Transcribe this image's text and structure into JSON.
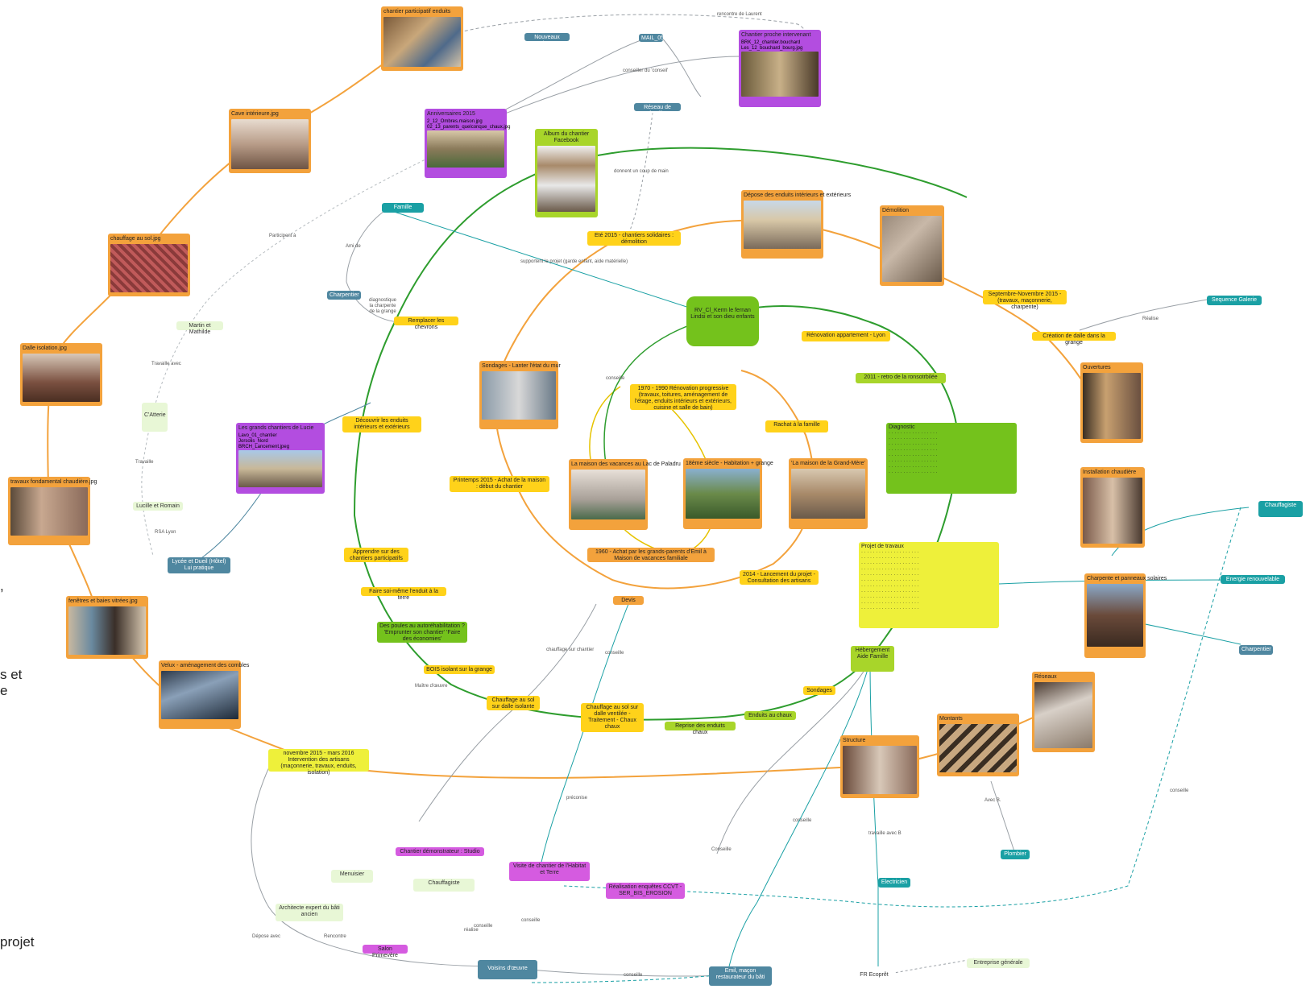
{
  "center": {
    "text": "RV_Cl_Kerm le fernan Lindsi et son dieu enfants"
  },
  "topics": [
    {
      "id": "renov_lyon",
      "text": "Rénovation appartement - Lyon",
      "color": "yellow"
    },
    {
      "id": "y2011",
      "text": "2011 - retro de la ronsotrbilée",
      "color": "lgreen"
    },
    {
      "id": "diagnostic",
      "text": "Diagnostic",
      "color": "green"
    },
    {
      "id": "projet_travaux",
      "text": "Projet de travaux",
      "color": "lyellow"
    },
    {
      "id": "y1970",
      "text": "1970 - 1990 Rénovation progressive (travaux, toitures, aménagement de l'étage, enduits intérieurs et extérieurs, cuisine et salle de bain)",
      "color": "yellow"
    },
    {
      "id": "retour_famille",
      "text": "Rachat à la famille",
      "color": "yellow"
    },
    {
      "id": "y1960",
      "text": "1960 - Achat par les grands-parents d'Emil à Maison de vacances familiale",
      "color": "orange"
    },
    {
      "id": "y2014",
      "text": "2014 - Lancement du projet - Consultation des artisans",
      "color": "yellow"
    },
    {
      "id": "devis",
      "text": "Devis",
      "color": "orange"
    },
    {
      "id": "sondages",
      "text": "Sondages",
      "color": "yellow"
    },
    {
      "id": "enduits_chaux",
      "text": "Enduits au chaux",
      "color": "lgreen"
    },
    {
      "id": "reprise_enduits",
      "text": "Reprise des enduits chaux",
      "color": "lgreen"
    },
    {
      "id": "chauffage_sol_dalle",
      "text": "Chauffage au sol sur dalle isolante",
      "color": "yellow"
    },
    {
      "id": "chauffage_sol_ventile",
      "text": "Chauffage au sol sur dalle ventilée - Traitement - Chaux chaux",
      "color": "yellow"
    },
    {
      "id": "bois_isolant",
      "text": "BOIS isolant sur la grange",
      "color": "yellow"
    },
    {
      "id": "des_poules",
      "text": "Des poules au autoréhabilitation ? 'Emprunter son chantier' 'Faire des économies'",
      "color": "green"
    },
    {
      "id": "faire_enduit",
      "text": "Faire soi-même l'enduit à la terre",
      "color": "yellow"
    },
    {
      "id": "apprendre",
      "text": "Apprendre sur des chantiers participatifs",
      "color": "yellow"
    },
    {
      "id": "printemps",
      "text": "Printemps 2015 - Achat de la maison : début du chantier",
      "color": "yellow"
    },
    {
      "id": "decouvrir",
      "text": "Découvrir les enduits intérieurs et extérieurs",
      "color": "yellow"
    },
    {
      "id": "remplacer",
      "text": "Remplacer les chevrons",
      "color": "yellow"
    },
    {
      "id": "ete2015",
      "text": "Eté 2015 - chantiers solidaires : démolition",
      "color": "yellow"
    },
    {
      "id": "sept2015",
      "text": "Septembre-Novembre 2015 - (travaux, maçonnerie, charpente)",
      "color": "yellow"
    },
    {
      "id": "creation_dalle",
      "text": "Création de dalle dans la grange",
      "color": "yellow"
    },
    {
      "id": "nov2015",
      "text": "novembre 2015 - mars 2016 Intervention des artisans (maçonnerie, travaux, enduits, isolation)",
      "color": "lyellow"
    },
    {
      "id": "heberg",
      "text": "Hébergement Aide Famille",
      "color": "lgreen"
    },
    {
      "id": "entreprise",
      "text": "Entreprise générale",
      "color": "pale"
    }
  ],
  "photos": [
    {
      "id": "chantier_part",
      "caption": "chantier participatif enduits"
    },
    {
      "id": "cave",
      "caption": "Cave intérieure.jpg"
    },
    {
      "id": "chauffage_sol",
      "caption": "chauffage au sol.jpg"
    },
    {
      "id": "dalle",
      "caption": "Dalle isolation.jpg"
    },
    {
      "id": "travaux_fond",
      "caption": "travaux fondamental chaudière.jpg"
    },
    {
      "id": "fenetres",
      "caption": "fenêtres et baies vitrées.jpg"
    },
    {
      "id": "velux",
      "caption": "Velux - aménagement des combles"
    },
    {
      "id": "depose",
      "caption": "Dépose des enduits intérieurs et extérieurs"
    },
    {
      "id": "demolition",
      "caption": "Démolition"
    },
    {
      "id": "ouvertures",
      "caption": "Ouvertures"
    },
    {
      "id": "install_chaudiere",
      "caption": "Installation chaudière"
    },
    {
      "id": "charpente",
      "caption": "Charpente et panneaux solaires"
    },
    {
      "id": "reseaux",
      "caption": "Réseaux"
    },
    {
      "id": "montants",
      "caption": "Montants"
    },
    {
      "id": "structure",
      "caption": "Structure"
    },
    {
      "id": "maison_vac",
      "caption": "La maison des vacances au Lac de Paladru"
    },
    {
      "id": "ferme",
      "caption": "18ème siècle - Habitation + grange"
    },
    {
      "id": "grand_mere",
      "caption": "'La maison de la Grand-Mère'"
    },
    {
      "id": "sondages_photo",
      "caption": "Sondages - Lanter l'état du mur"
    }
  ],
  "purple_cards": [
    {
      "id": "chantier_privs",
      "title": "Chantier proche intervenant",
      "items": [
        "BRK_12_chantier.bouchard",
        "Les_12_bouchard_bourg.jpg"
      ]
    },
    {
      "id": "ancien_2015",
      "title": "Anniversaires 2015",
      "items": [
        "2_12_Ombres.maison.jpg",
        "02_13_parents_quelconque_chaux.jpg"
      ]
    },
    {
      "id": "grands_chantiers",
      "title": "Les grands chantiers de Lucie",
      "items": [
        "Lavo_01_chantier",
        "Jorsolis_Nord",
        "BRCH_Lancement.jpeg"
      ]
    }
  ],
  "green_card": {
    "title": "Album du chantier Facebook"
  },
  "tags": [
    {
      "id": "nouveau_reseau",
      "text": "Nouveaux Réseau",
      "color": "steel"
    },
    {
      "id": "mail",
      "text": "MAIL_05",
      "color": "steel"
    },
    {
      "id": "reseau_comm",
      "text": "Réseau de famille",
      "color": "steel"
    },
    {
      "id": "maison_fam",
      "text": "Famille",
      "color": "teal"
    },
    {
      "id": "charpentier",
      "text": "Charpentier",
      "color": "steel"
    },
    {
      "id": "lycee",
      "text": "Lycée et Dueil (Hôtel) Lui pratique",
      "color": "steel"
    },
    {
      "id": "sequence",
      "text": "Sequence Galerie",
      "color": "teal"
    },
    {
      "id": "chauffagiste",
      "text": "Chauffagiste",
      "color": "teal"
    },
    {
      "id": "energie",
      "text": "Energie renouvelable",
      "color": "teal"
    },
    {
      "id": "charpentier2",
      "text": "Charpentier",
      "color": "steel"
    },
    {
      "id": "plombier",
      "text": "Plombier",
      "color": "teal"
    },
    {
      "id": "electricien",
      "text": "Electricien",
      "color": "teal"
    },
    {
      "id": "voisins",
      "text": "Voisins d'œuvre",
      "color": "steel"
    },
    {
      "id": "emil",
      "text": "Emil, maçon restaurateur du bâti",
      "color": "steel"
    }
  ],
  "pale_tags": [
    {
      "id": "martin",
      "text": "Martin et Mathilde"
    },
    {
      "id": "cadre",
      "text": "C'Atterie"
    },
    {
      "id": "lucile",
      "text": "Lucille et Romain"
    },
    {
      "id": "menuisier",
      "text": "Menuisier"
    },
    {
      "id": "chauffagiste_p",
      "text": "Chauffagiste"
    },
    {
      "id": "architecte",
      "text": "Architecte expert du bâti ancien"
    }
  ],
  "pink_tags": [
    {
      "id": "chantier_dem",
      "text": "Chantier démonstrateur : Studio"
    },
    {
      "id": "visite",
      "text": "Visite de chantier de l'Habitat et Terre"
    },
    {
      "id": "realisation",
      "text": "Réalisation enquêtes CCVT - SER_BIS_EROSION"
    },
    {
      "id": "salon",
      "text": "Salon Primevère"
    }
  ],
  "edge_labels": [
    {
      "id": "rencontre",
      "text": "rencontre de Laurent"
    },
    {
      "id": "conseille_conseil",
      "text": "conseiller du 'conseil'"
    },
    {
      "id": "donnent",
      "text": "donnent un coup de main"
    },
    {
      "id": "participent",
      "text": "Participent à"
    },
    {
      "id": "ami",
      "text": "Ami de"
    },
    {
      "id": "supportent",
      "text": "supportent le projet (garde enfant, aide matérielle)"
    },
    {
      "id": "diagnostic_lbl",
      "text": "diagnostique la charpente de la grange"
    },
    {
      "id": "travaille",
      "text": "Travaille avec"
    },
    {
      "id": "travaille2",
      "text": "Travaille"
    },
    {
      "id": "rsa",
      "text": "RSA Lyon"
    },
    {
      "id": "conseille1",
      "text": "conseille"
    },
    {
      "id": "chauffage_lbl",
      "text": "chauffage sur chantier"
    },
    {
      "id": "conseille2",
      "text": "conseille"
    },
    {
      "id": "maitre",
      "text": "Maître d'œuvre"
    },
    {
      "id": "preconise",
      "text": "préconise"
    },
    {
      "id": "realise",
      "text": "réalise"
    },
    {
      "id": "conseille3",
      "text": "conseille"
    },
    {
      "id": "travaille_avec",
      "text": "travaille avec B"
    },
    {
      "id": "avec",
      "text": "Avec B."
    },
    {
      "id": "conseille4",
      "text": "conseille"
    },
    {
      "id": "conseille5",
      "text": "Conseille"
    },
    {
      "id": "depose_avec",
      "text": "Dépose avec"
    },
    {
      "id": "rencontre2",
      "text": "Rencontre"
    },
    {
      "id": "conseille6",
      "text": "conseille"
    },
    {
      "id": "conseille7",
      "text": "conseille"
    },
    {
      "id": "realise2",
      "text": "Réalise"
    },
    {
      "id": "travaux_conseille",
      "text": "conseille"
    }
  ],
  "side_text": {
    "line1": ",",
    "line2": "s et",
    "line3": "e",
    "line4": "projet"
  },
  "bottom_tag": {
    "text": "FR Ecoprêt"
  },
  "colors": {
    "orange": "#f3a23c",
    "green": "#2e9d2e",
    "teal": "#1aa0a4",
    "grey": "#9aa0a6"
  }
}
